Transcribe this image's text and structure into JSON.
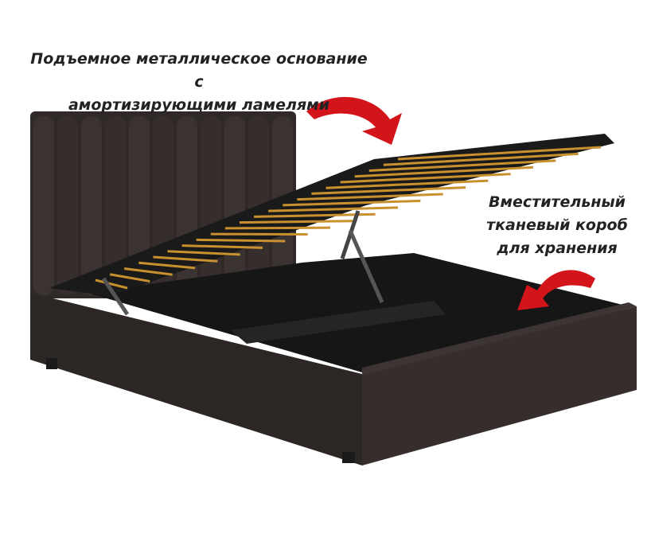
{
  "annotations": {
    "lifting_base": [
      "Подъемное металлическое основание с",
      "амортизирующими ламелями"
    ],
    "storage_box": [
      "Вместительный",
      "тканевый короб",
      "для хранения"
    ]
  },
  "colors": {
    "upholstery": "#2e2827",
    "interior": "#161616",
    "slats": "#c8902f",
    "arrow": "#d3141a",
    "text": "#222222"
  }
}
